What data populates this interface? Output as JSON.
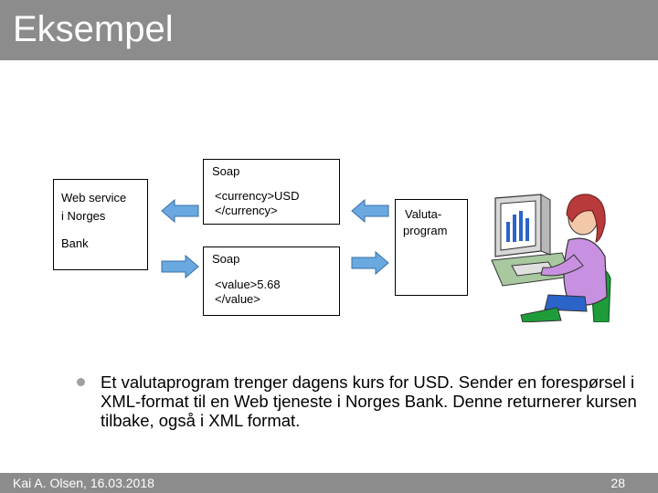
{
  "slide": {
    "title": "Eksempel",
    "footer_left": "Kai A. Olsen, 16.03.2018",
    "page_number": "28"
  },
  "diagram": {
    "web_service": {
      "line1": "Web service",
      "line2": "i Norges",
      "line3": "Bank"
    },
    "request": {
      "label": "Soap",
      "line1": "<currency>USD",
      "line2": "</currency>"
    },
    "response": {
      "label": "Soap",
      "line1": "<value>5.68",
      "line2": "</value>"
    },
    "client": {
      "line1": "Valuta-",
      "line2": "program"
    }
  },
  "bullet": {
    "text": "Et valutaprogram trenger dagens kurs for USD. Sender en forespørsel i XML-format til en Web tjeneste i Norges Bank. Denne returnerer kursen tilbake, også i XML format."
  },
  "colors": {
    "bar": "#8c8c8c",
    "arrow_fill": "#6aa8e0",
    "arrow_stroke": "#3a6fa8"
  }
}
